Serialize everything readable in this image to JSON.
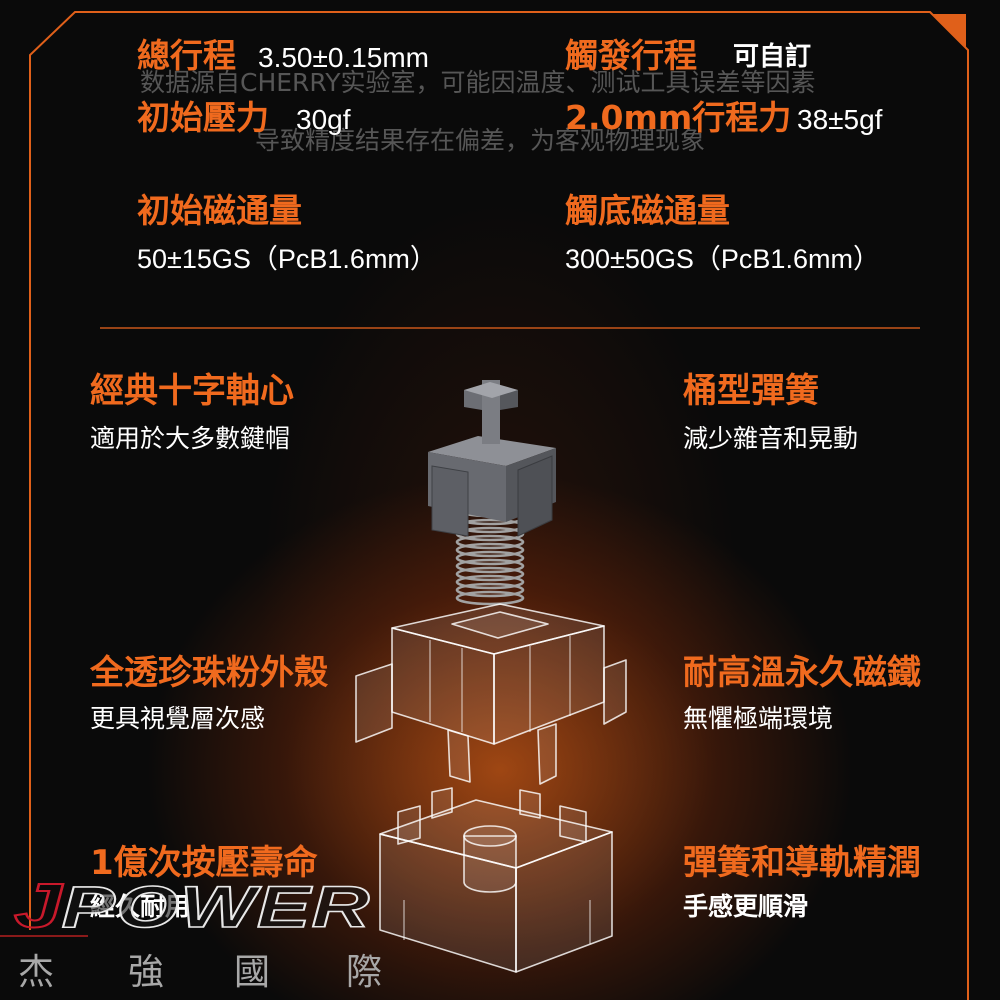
{
  "theme": {
    "accent": "#f06a1e",
    "background": "#0a0a0a",
    "text": "#ffffff",
    "watermark": "#565656",
    "logo_red": "#c8192b"
  },
  "watermark": {
    "line1": "数据源自CHERRY实验室，可能因温度、测试工具误差等因素",
    "line2": "导致精度结果存在偏差，为客观物理现象"
  },
  "specs": {
    "total_travel": {
      "label": "總行程",
      "value": "3.50±0.15mm"
    },
    "trigger_travel": {
      "label": "觸發行程",
      "value": "可自訂"
    },
    "initial_force": {
      "label": "初始壓力",
      "value": "30gf"
    },
    "force_2mm": {
      "label": "2.0mm行程力",
      "value": "38±5gf"
    },
    "initial_flux": {
      "label": "初始磁通量",
      "value": "50±15GS（PcB1.6mm）"
    },
    "bottom_flux": {
      "label": "觸底磁通量",
      "value": "300±50GS（PcB1.6mm）"
    }
  },
  "features": [
    {
      "title": "經典十字軸心",
      "desc": "適用於大多數鍵帽"
    },
    {
      "title": "桶型彈簧",
      "desc": "減少雜音和晃動"
    },
    {
      "title": "全透珍珠粉外殼",
      "desc": "更具視覺層次感"
    },
    {
      "title": "耐高溫永久磁鐵",
      "desc": "無懼極端環境"
    },
    {
      "title": "1億次按壓壽命",
      "desc": "經久耐用"
    },
    {
      "title": "彈簧和導軌精潤",
      "desc": "手感更順滑"
    }
  ],
  "logo": {
    "brand_first": "J",
    "brand_rest": "POWER",
    "subtitle_chars": [
      "杰",
      "強",
      "國",
      "際"
    ]
  }
}
